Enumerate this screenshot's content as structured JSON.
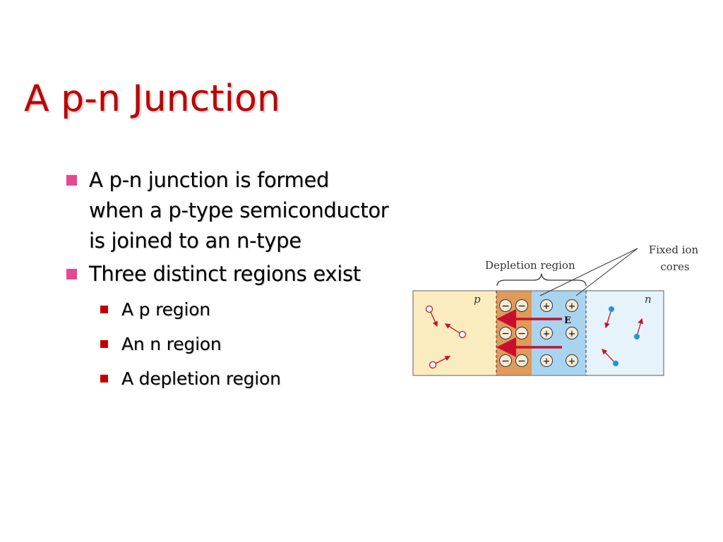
{
  "slide": {
    "title": "A p-n Junction",
    "bullets": [
      {
        "level": 1,
        "text": "A p-n junction is formed when a p-type semiconductor is joined to an n-type"
      },
      {
        "level": 1,
        "text": "Three distinct regions exist"
      },
      {
        "level": 2,
        "text": "A p region"
      },
      {
        "level": 2,
        "text": "An n region"
      },
      {
        "level": 2,
        "text": "A depletion region"
      }
    ]
  },
  "diagram": {
    "depletion_label": "Depletion region",
    "fixed_ion_label_1": "Fixed ion",
    "fixed_ion_label_2": "cores",
    "p_label": "p",
    "n_label": "n",
    "field_label": "E",
    "minus_sign": "−",
    "plus_sign": "+"
  },
  "colors": {
    "title": "#c00000",
    "bullet_level1": "#e8478f",
    "bullet_level2": "#c00000",
    "p_region": "#fbecc0",
    "depletion_p": "#e09a5a",
    "depletion_n": "#a8d4f0",
    "n_region": "#e6f3fa",
    "field_arrow": "#c8102e",
    "hole": "#c8102e",
    "electron": "#1a9ad6"
  }
}
